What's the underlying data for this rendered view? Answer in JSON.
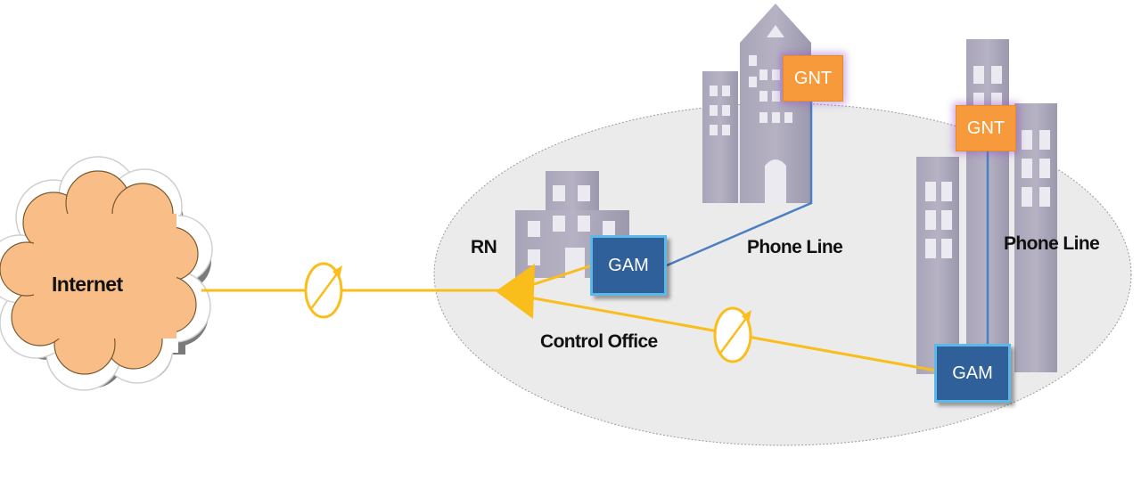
{
  "labels": {
    "internet": "Internet",
    "rn": "RN",
    "control_office": "Control Office",
    "phone_line_1": "Phone Line",
    "phone_line_2": "Phone Line",
    "gnt_1": "GNT",
    "gnt_2": "GNT",
    "gam_1": "GAM",
    "gam_2": "GAM"
  },
  "colors": {
    "fiber": "#f9bd1c",
    "phone_line": "#4a7fc1",
    "gam_fill": "#30609a",
    "gam_border": "#5db8e8",
    "gnt_fill": "#f79a3b",
    "cloud": "#f9be87",
    "building": "#a4a0b3",
    "window": "#ebeaf0",
    "ellipse": "#ebebeb"
  }
}
